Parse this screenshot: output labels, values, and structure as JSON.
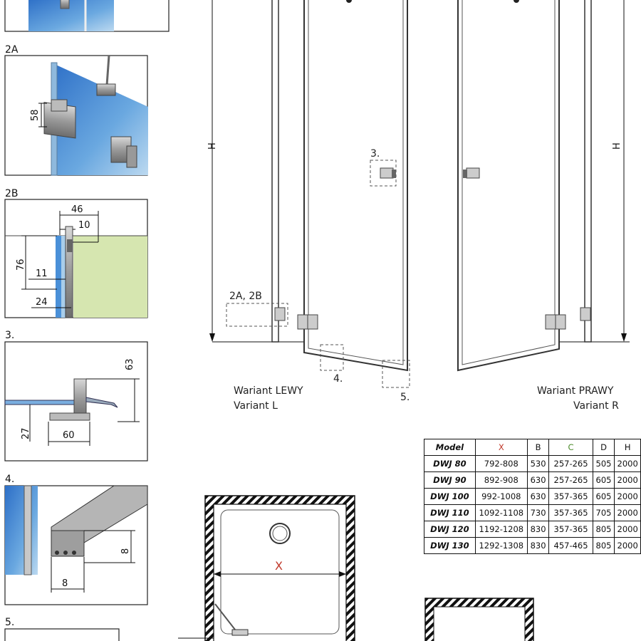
{
  "details": {
    "d2a": {
      "label": "2A",
      "dim_58": "58"
    },
    "d2b": {
      "label": "2B",
      "dim_46": "46",
      "dim_10": "10",
      "dim_76": "76",
      "dim_11": "11",
      "dim_24": "24"
    },
    "d3": {
      "label": "3.",
      "dim_63": "63",
      "dim_27": "27",
      "dim_60": "60"
    },
    "d4": {
      "label": "4.",
      "dim_8a": "8",
      "dim_8b": "8"
    },
    "d5": {
      "label": "5."
    }
  },
  "elevation_left": {
    "height_label": "H",
    "callout_3": "3.",
    "callout_2a2b": "2A, 2B",
    "callout_4": "4.",
    "callout_5": "5.",
    "caption_pl": "Wariant LEWY",
    "caption_en": "Variant L"
  },
  "elevation_right": {
    "height_label": "H",
    "caption_pl": "Wariant PRAWY",
    "caption_en": "Variant R"
  },
  "plan": {
    "x_label": "X"
  },
  "table": {
    "headers": {
      "model": "Model",
      "x": "X",
      "b": "B",
      "c": "C",
      "d": "D",
      "h": "H"
    },
    "rows": [
      {
        "model": "DWJ 80",
        "x": "792-808",
        "b": "530",
        "c": "257-265",
        "d": "505",
        "h": "2000"
      },
      {
        "model": "DWJ 90",
        "x": "892-908",
        "b": "630",
        "c": "257-265",
        "d": "605",
        "h": "2000"
      },
      {
        "model": "DWJ 100",
        "x": "992-1008",
        "b": "630",
        "c": "357-365",
        "d": "605",
        "h": "2000"
      },
      {
        "model": "DWJ 110",
        "x": "1092-1108",
        "b": "730",
        "c": "357-365",
        "d": "705",
        "h": "2000"
      },
      {
        "model": "DWJ 120",
        "x": "1192-1208",
        "b": "830",
        "c": "357-365",
        "d": "805",
        "h": "2000"
      },
      {
        "model": "DWJ 130",
        "x": "1292-1308",
        "b": "830",
        "c": "457-465",
        "d": "805",
        "h": "2000"
      }
    ]
  },
  "colors": {
    "glass": "#4a90d8",
    "glass_light": "#a9cdea",
    "wall": "#d6e6b0",
    "hardware": "#8a8a8a",
    "x_header": "#c0392b",
    "c_header": "#4a8a2a"
  }
}
